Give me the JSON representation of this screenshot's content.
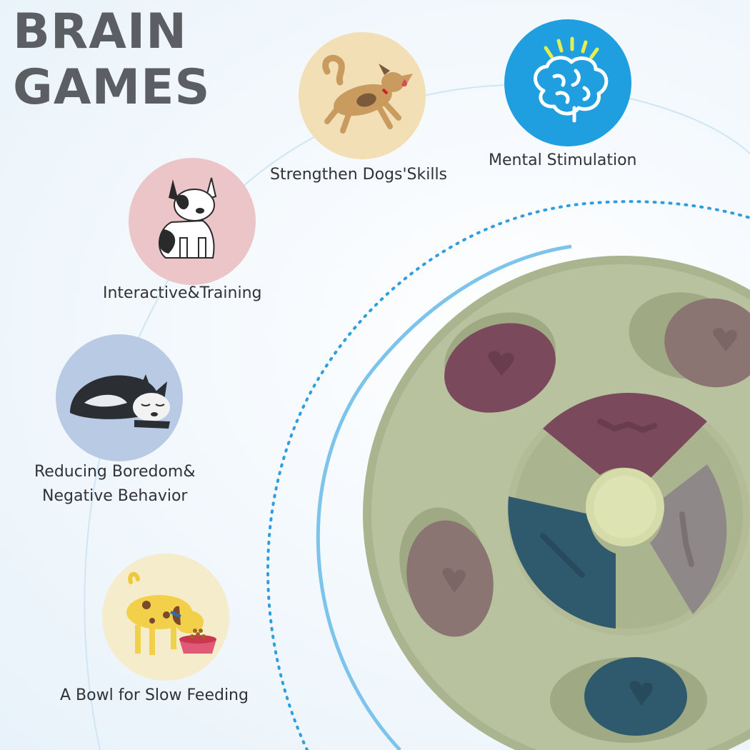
{
  "title": {
    "line1": "BRAIN",
    "line2": "GAMES"
  },
  "features": [
    {
      "label": "Strengthen Dogs'Skills",
      "icon": "playful-dog-icon",
      "color": "#f3dfb6"
    },
    {
      "label": "Mental Stimulation",
      "icon": "brain-icon",
      "color": "#1f9ee0"
    },
    {
      "label": "Interactive&Training",
      "icon": "french-bulldog-icon",
      "color": "#ecc5c8"
    },
    {
      "label": "Reducing Boredom&",
      "label2": "Negative Behavior",
      "icon": "sleeping-dog-icon",
      "color": "#b9cbe4"
    },
    {
      "label": "A Bowl for Slow Feeding",
      "icon": "dog-eating-bowl-icon",
      "color": "#f5eccc"
    }
  ],
  "colors": {
    "title": "#5b5e62",
    "arc_line": "#bfe0f2",
    "dotted_arc": "#3aa3e0",
    "puzzle_base": "#b9c29f",
    "purple_cover": "#7a4a5c",
    "taupe_cover": "#8a7573",
    "teal_cover": "#2f5a6e",
    "grey_cover": "#8f8888"
  }
}
